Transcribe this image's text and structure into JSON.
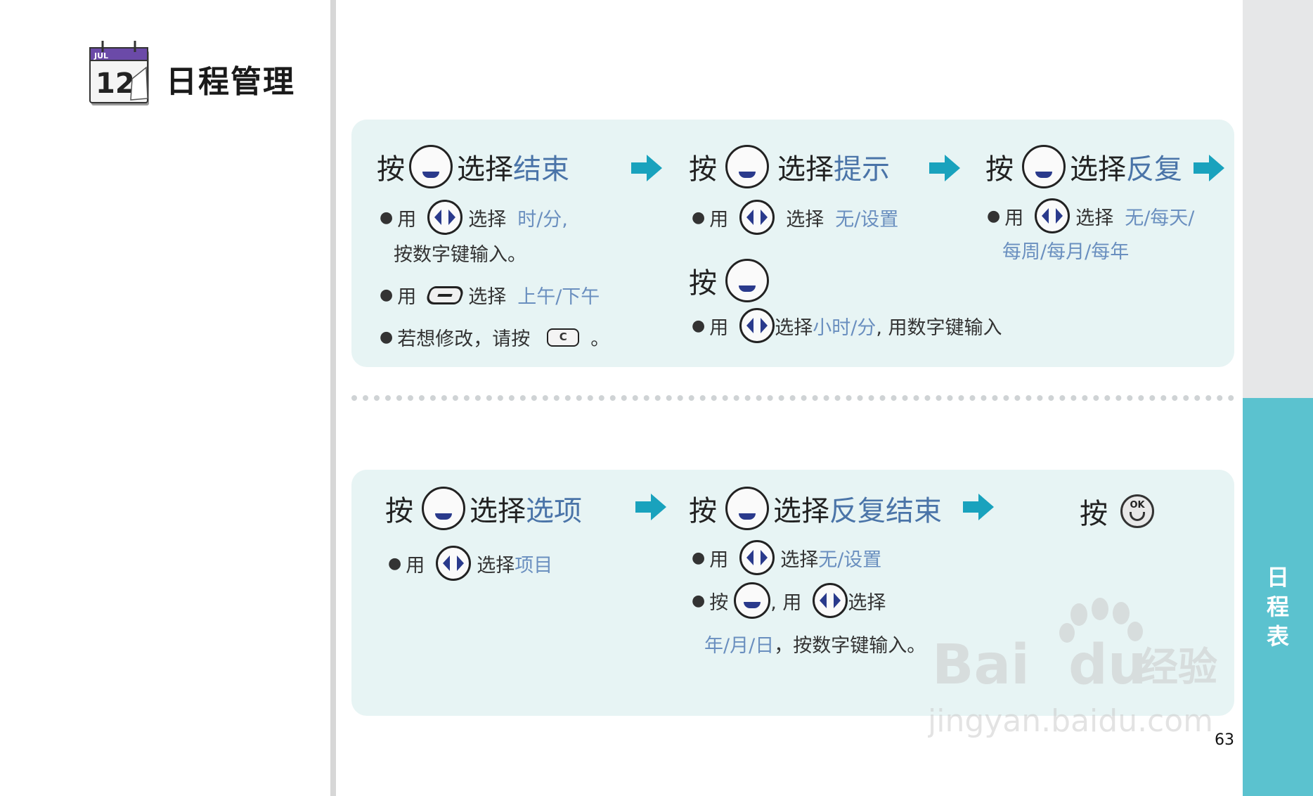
{
  "header": {
    "calendar_icon": {
      "month": "JUL",
      "day": "12"
    },
    "title": "日程管理"
  },
  "side_tab": {
    "chars": [
      "日",
      "程",
      "表"
    ]
  },
  "page_number": "63",
  "watermark": {
    "text1": "Bai",
    "text2": "du",
    "text3": "经验",
    "url": "jingyan.baidu.com"
  },
  "panel1": {
    "col1": {
      "step": {
        "press": "按",
        "select": "选择",
        "target": "结束"
      },
      "b1": {
        "use": "用",
        "select": "选择",
        "options": "时/分,",
        "cont": "按数字键输入。"
      },
      "b2": {
        "use": "用",
        "select": "选择",
        "options": "上午/下午"
      },
      "b3": {
        "text": "若想修改，请按",
        "key": "C",
        "end": "。"
      }
    },
    "col2": {
      "step": {
        "press": "按",
        "select": "选择",
        "target": "提示"
      },
      "b1": {
        "use": "用",
        "select": "选择",
        "options": "无/设置"
      },
      "press2": "按",
      "b2": {
        "use": "用",
        "select": "选择",
        "options": "小时/分",
        "tail": ", 用数字键输入"
      }
    },
    "col3": {
      "step": {
        "press": "按",
        "select": "选择",
        "target": "反复"
      },
      "b1": {
        "use": "用",
        "select": "选择",
        "options": "无/每天/",
        "options2": "每周/每月/每年"
      }
    }
  },
  "panel2": {
    "col1": {
      "step": {
        "press": "按",
        "select": "选择",
        "target": "选项"
      },
      "b1": {
        "use": "用",
        "select": "选择",
        "options": "项目"
      }
    },
    "col2": {
      "step": {
        "press": "按",
        "select": "选择",
        "target": "反复结束"
      },
      "b1": {
        "use": "用",
        "select": "选择",
        "options": "无/设置"
      },
      "b2": {
        "press": "按",
        "use": ", 用",
        "select": "选择"
      },
      "b3": {
        "options": "年/月/日",
        "tail": "，按数字键输入。"
      }
    },
    "col3": {
      "press": "按",
      "ok_key": "OK"
    }
  },
  "colors": {
    "panel_bg": "#e7f4f4",
    "accent_teal": "#19a2bd",
    "highlight_text": "#4a74a8",
    "tab_bg": "#5bc2cf"
  }
}
